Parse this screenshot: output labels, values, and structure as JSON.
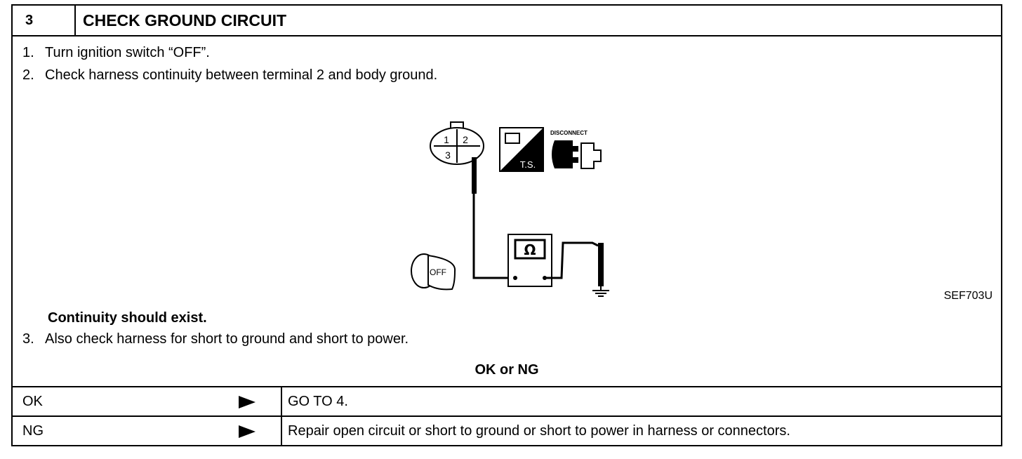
{
  "header": {
    "number": "3",
    "title": "CHECK GROUND CIRCUIT"
  },
  "steps": [
    {
      "num": "1.",
      "text": "Turn ignition switch “OFF”."
    },
    {
      "num": "2.",
      "text": "Check harness continuity between terminal 2 and body ground."
    },
    {
      "num": "3.",
      "text": "Also check harness for short to ground and short to power."
    }
  ],
  "diagram": {
    "connector_terminals": [
      "1",
      "2",
      "3"
    ],
    "ts_label": "T.S.",
    "disconnect_label": "DISCONNECT",
    "meter_symbol": "Ω",
    "key_label": "OFF",
    "figure_id": "SEF703U"
  },
  "note": "Continuity should exist.",
  "result": {
    "heading": "OK or NG",
    "rows": [
      {
        "key": "OK",
        "action": "GO TO 4."
      },
      {
        "key": "NG",
        "action": "Repair open circuit or short to ground or short to power in harness or connectors."
      }
    ]
  }
}
